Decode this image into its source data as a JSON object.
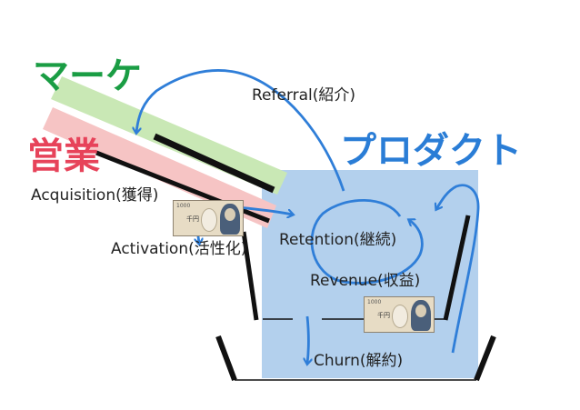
{
  "labels": {
    "marketing": "マーケ",
    "sales": "営業",
    "product": "プロダクト",
    "referral": "Referral(紹介)",
    "acquisition": "Acquisition(獲得)",
    "activation": "Activation(活性化)",
    "retention": "Retention(継続)",
    "revenue": "Revenue(収益)",
    "churn": "Churn(解約)"
  },
  "banknote": {
    "serial": "1000",
    "denomination": "千円"
  },
  "colors": {
    "marketing_text": "#1a9d44",
    "sales_text": "#e7435a",
    "product_text": "#2a7dd6",
    "marketing_band": "#c9e8b5",
    "sales_band": "#f6c4c4",
    "product_region": "#b3d0ed",
    "arrow_blue": "#2f7ed8",
    "line_dark": "#111111"
  },
  "icons": [
    "banknote-icon",
    "banknote-icon"
  ]
}
